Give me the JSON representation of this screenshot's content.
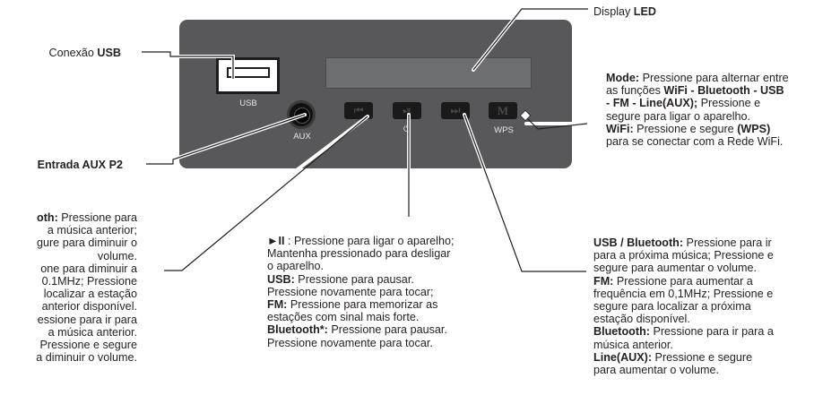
{
  "labels": {
    "usb": {
      "prefix": "Conexão ",
      "bold": "USB"
    },
    "display": {
      "prefix": "Display ",
      "bold": "LED"
    },
    "aux": "Entrada AUX P2",
    "mode": [
      {
        "b": "Mode:",
        "t": " Pressione para alternar entre"
      },
      {
        "t": "as funções ",
        "b": "WiFi - Bluetooth - USB"
      },
      {
        "b": "- FM - Line(AUX);",
        "t": " Pressione e"
      },
      {
        "t": "segure para ligar o aparelho."
      },
      {
        "b": "WiFi:",
        "t": " Pressione e segure ",
        "b2": "(WPS)"
      },
      {
        "t": "para se conectar com a Rede WiFi."
      }
    ],
    "prev": [
      {
        "b": "oth:",
        "t": " Pressione para"
      },
      {
        "t": "a música anterior;"
      },
      {
        "t": "gure para diminuir o"
      },
      {
        "t": "volume."
      },
      {
        "t": "one para diminuir a"
      },
      {
        "t": "0.1MHz; Pressione"
      },
      {
        "t": "localizar a estação"
      },
      {
        "t": "anterior disponível."
      },
      {
        "t": "essione para ir para"
      },
      {
        "t": "a música anterior."
      },
      {
        "t": "Pressione e segure"
      },
      {
        "t": "a diminuir o volume."
      }
    ],
    "play": [
      {
        "b": "►II",
        "t": " : Pressione para ligar o aparelho;"
      },
      {
        "t": "Mantenha pressionado para desligar"
      },
      {
        "t": "o aparelho."
      },
      {
        "b": "USB:",
        "t": " Pressione para pausar."
      },
      {
        "t": "Pressione novamente para tocar;"
      },
      {
        "b": "FM:",
        "t": " Pressione para memorizar as"
      },
      {
        "t": "estações com sinal mais forte."
      },
      {
        "b": "Bluetooth*:",
        "t": " Pressione para pausar."
      },
      {
        "t": "Pressione novamente para tocar."
      }
    ],
    "next": [
      {
        "b": "USB / Bluetooth:",
        "t": " Pressione para ir"
      },
      {
        "t": "para a próxima música; Pressione e"
      },
      {
        "t": "segure para aumentar o volume."
      },
      {
        "b": "FM:",
        "t": " Pressione para aumentar a"
      },
      {
        "t": "frequência em 0,1MHz; Pressione e"
      },
      {
        "t": "segure para localizar a próxima"
      },
      {
        "t": "estação disponível."
      },
      {
        "b": "Bluetooth:",
        "t": " Pressione para ir para a"
      },
      {
        "t": "música anterior."
      },
      {
        "b": "Line(AUX):",
        "t": " Pressione e segure"
      },
      {
        "t": "para aumentar o volume."
      }
    ]
  },
  "panel": {
    "usb_label": "USB",
    "aux_label": "AUX",
    "power_label": "⏻",
    "wps_label": "WPS",
    "buttons": [
      "⏮",
      "⏯",
      "⏭",
      "M"
    ]
  },
  "colors": {
    "panel": "#58585a",
    "display": "#6d6e70",
    "buttons": "#1a1a1a",
    "text": "#231f20"
  }
}
